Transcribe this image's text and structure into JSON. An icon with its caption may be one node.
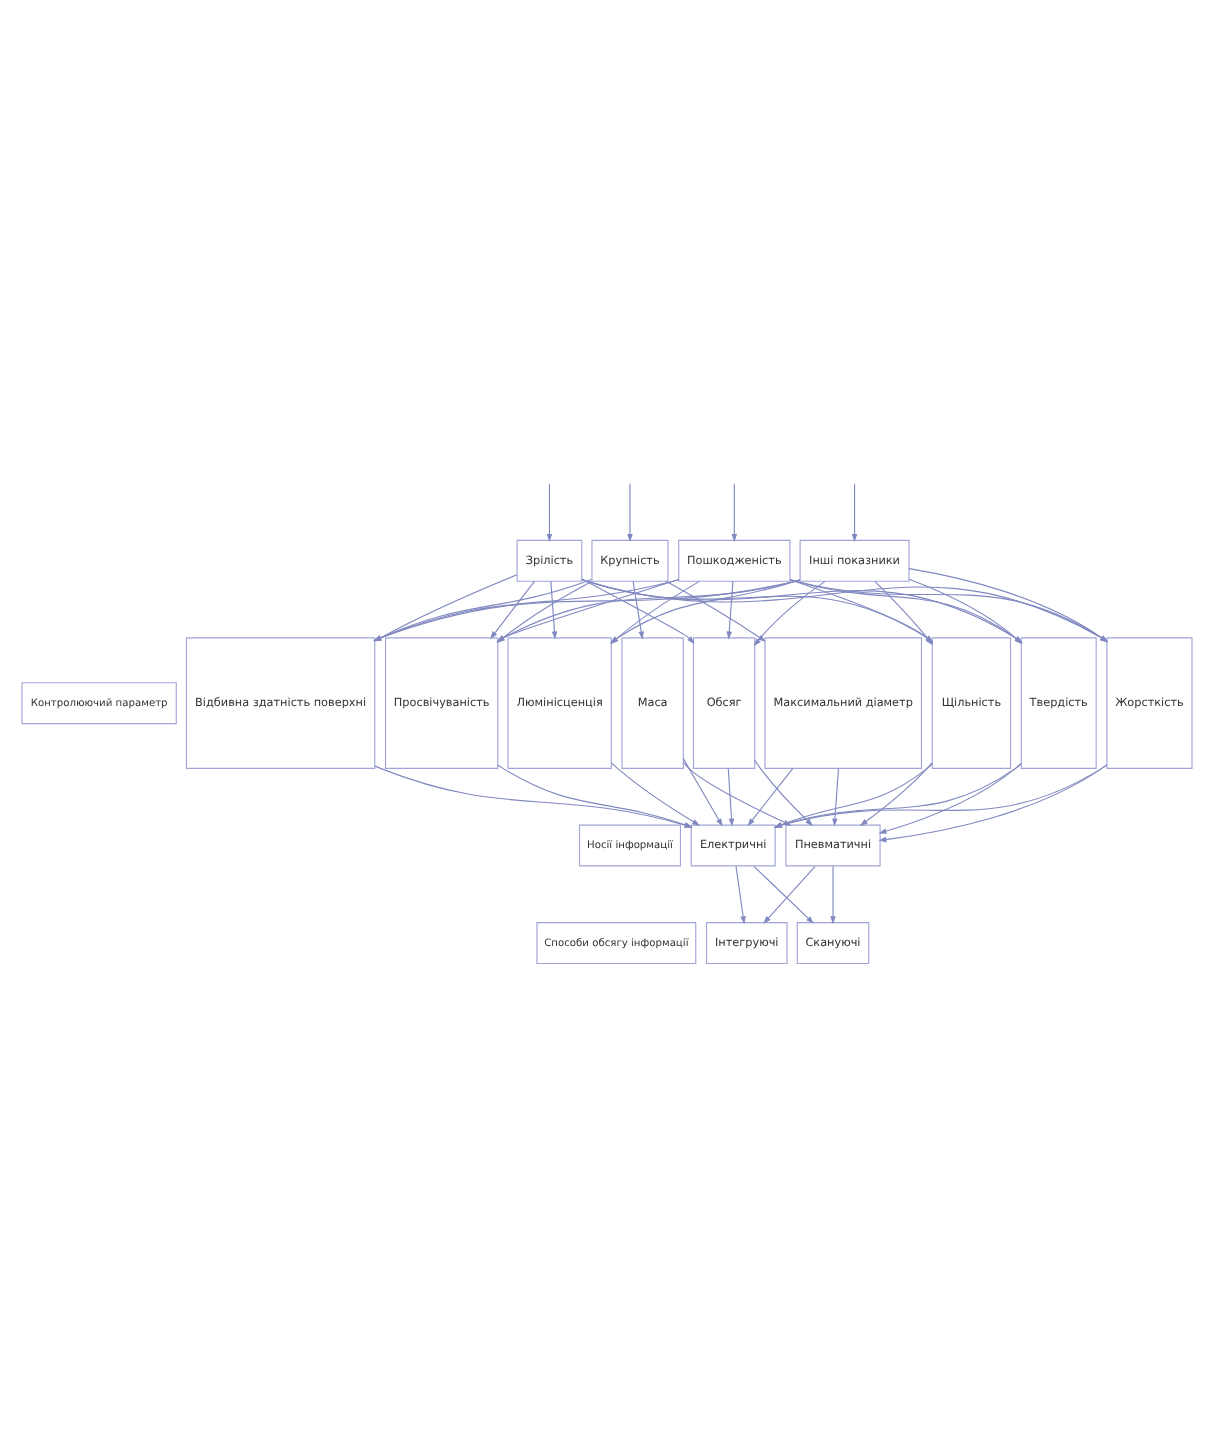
{
  "diagram": {
    "nodes": [
      {
        "text": [
          "Зрілість"
        ]
      },
      {
        "text": [
          "Крупність"
        ]
      },
      {
        "text": [
          "Пошкодженість"
        ]
      },
      {
        "text": [
          "Інші показники"
        ]
      },
      {
        "text": [
          "Контролюючий параметр"
        ]
      },
      {
        "text": [
          "Відбивна здатність поверхні"
        ]
      },
      {
        "text": [
          "Просвічуваність"
        ]
      },
      {
        "text": [
          "Люмінісценція"
        ]
      },
      {
        "text": [
          "Маса"
        ]
      },
      {
        "text": [
          "Обсяг"
        ]
      },
      {
        "text": [
          "Максимальний діаметр"
        ]
      },
      {
        "text": [
          "Щільність"
        ]
      },
      {
        "text": [
          "Твердість"
        ]
      },
      {
        "text": [
          "Жорсткість"
        ]
      },
      {
        "text": [
          "Носії інформації"
        ]
      },
      {
        "text": [
          "Електричні"
        ]
      },
      {
        "text": [
          "Пневматичні"
        ]
      },
      {
        "text": [
          "Способи обсягу інформації"
        ]
      },
      {
        "text": [
          "Інтегруючі"
        ]
      },
      {
        "text": [
          "Скануючі"
        ]
      }
    ],
    "edges": [
      {
        "from": null,
        "to": 0,
        "arrow": "to"
      },
      {
        "from": null,
        "to": 1,
        "arrow": "to"
      },
      {
        "from": null,
        "to": 2,
        "arrow": "to"
      },
      {
        "from": null,
        "to": 3,
        "arrow": "to"
      },
      {
        "from": 0,
        "to": 5,
        "arrow": "to"
      },
      {
        "from": 0,
        "to": 6,
        "arrow": "to"
      },
      {
        "from": 0,
        "to": 7,
        "arrow": "to"
      },
      {
        "from": 0,
        "to": 9,
        "arrow": "to"
      },
      {
        "from": 0,
        "to": 11,
        "arrow": "to"
      },
      {
        "from": 0,
        "to": 12,
        "arrow": "to"
      },
      {
        "from": 0,
        "to": 13,
        "arrow": "to"
      },
      {
        "from": 1,
        "to": 5,
        "arrow": "to"
      },
      {
        "from": 1,
        "to": 6,
        "arrow": "to"
      },
      {
        "from": 1,
        "to": 8,
        "arrow": "to"
      },
      {
        "from": 1,
        "to": 10,
        "arrow": "to"
      },
      {
        "from": 2,
        "to": 5,
        "arrow": "to"
      },
      {
        "from": 2,
        "to": 6,
        "arrow": "to"
      },
      {
        "from": 2,
        "to": 7,
        "arrow": "to"
      },
      {
        "from": 2,
        "to": 9,
        "arrow": "to"
      },
      {
        "from": 2,
        "to": 11,
        "arrow": "to"
      },
      {
        "from": 2,
        "to": 12,
        "arrow": "to"
      },
      {
        "from": 2,
        "to": 13,
        "arrow": "to"
      },
      {
        "from": 3,
        "to": 5,
        "arrow": "to"
      },
      {
        "from": 3,
        "to": 6,
        "arrow": "to"
      },
      {
        "from": 3,
        "to": 7,
        "arrow": "to"
      },
      {
        "from": 3,
        "to": 9,
        "arrow": "to"
      },
      {
        "from": 3,
        "to": 11,
        "arrow": "to"
      },
      {
        "from": 3,
        "to": 12,
        "arrow": "to"
      },
      {
        "from": 3,
        "to": 13,
        "arrow": "to"
      },
      {
        "from": 5,
        "to": 15,
        "arrow": "to"
      },
      {
        "from": 6,
        "to": 15,
        "arrow": "to"
      },
      {
        "from": 7,
        "to": 15,
        "arrow": "to"
      },
      {
        "from": 8,
        "to": 15,
        "arrow": "to"
      },
      {
        "from": 9,
        "to": 15,
        "arrow": "to"
      },
      {
        "from": 10,
        "to": 15,
        "arrow": "to"
      },
      {
        "from": 11,
        "to": 15,
        "arrow": "to"
      },
      {
        "from": 12,
        "to": 15,
        "arrow": "to"
      },
      {
        "from": 13,
        "to": 15,
        "arrow": "to"
      },
      {
        "from": 8,
        "to": 16,
        "arrow": "to"
      },
      {
        "from": 9,
        "to": 16,
        "arrow": "to"
      },
      {
        "from": 10,
        "to": 16,
        "arrow": "to"
      },
      {
        "from": 11,
        "to": 16,
        "arrow": "to"
      },
      {
        "from": 12,
        "to": 16,
        "arrow": "to"
      },
      {
        "from": 13,
        "to": 16,
        "arrow": "to"
      },
      {
        "from": 15,
        "to": 18,
        "arrow": "to"
      },
      {
        "from": 15,
        "to": 19,
        "arrow": "to"
      },
      {
        "from": 16,
        "to": 18,
        "arrow": "to"
      },
      {
        "from": 16,
        "to": 19,
        "arrow": "to"
      }
    ]
  }
}
